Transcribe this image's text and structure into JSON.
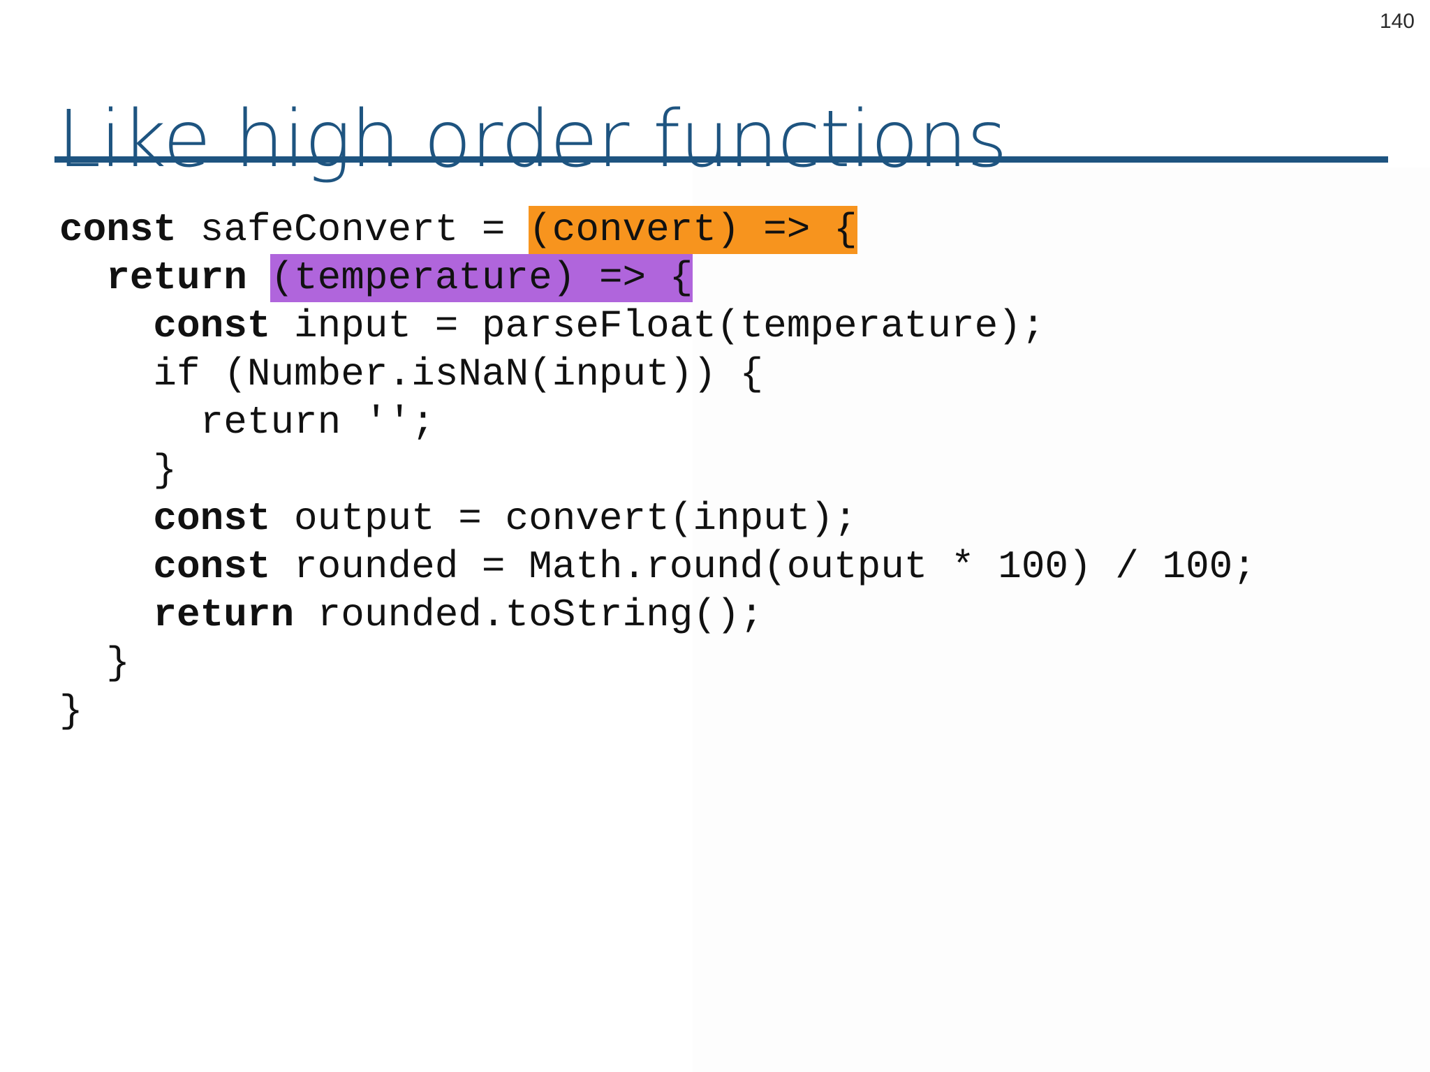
{
  "page": {
    "number": "140"
  },
  "header": {
    "title": "Like high order functions"
  },
  "colors": {
    "title_blue": "#1E5480",
    "underline_blue": "#1E5480",
    "highlight_orange": "#F7941E",
    "highlight_purple": "#B065DC",
    "code_text": "#111111"
  },
  "code": {
    "language": "javascript",
    "lines": [
      [
        {
          "t": "const",
          "b": 1
        },
        {
          "t": " safeConvert = "
        },
        {
          "t": "(convert) => {",
          "h": "orange"
        }
      ],
      [
        {
          "t": "  "
        },
        {
          "t": "return",
          "b": 1
        },
        {
          "t": " "
        },
        {
          "t": "(temperature) => {",
          "h": "purple"
        }
      ],
      [
        {
          "t": "    "
        },
        {
          "t": "const",
          "b": 1
        },
        {
          "t": " input = parseFloat(temperature);"
        }
      ],
      [
        {
          "t": "    if (Number.isNaN(input)) {"
        }
      ],
      [
        {
          "t": "      return '';"
        }
      ],
      [
        {
          "t": "    }"
        }
      ],
      [
        {
          "t": "    "
        },
        {
          "t": "const",
          "b": 1
        },
        {
          "t": " output = convert(input);"
        }
      ],
      [
        {
          "t": "    "
        },
        {
          "t": "const",
          "b": 1
        },
        {
          "t": " rounded = Math.round(output * 100) / 100;"
        }
      ],
      [
        {
          "t": "    "
        },
        {
          "t": "return",
          "b": 1
        },
        {
          "t": " rounded.toString();"
        }
      ],
      [
        {
          "t": "  }"
        }
      ],
      [
        {
          "t": "}"
        }
      ]
    ]
  }
}
